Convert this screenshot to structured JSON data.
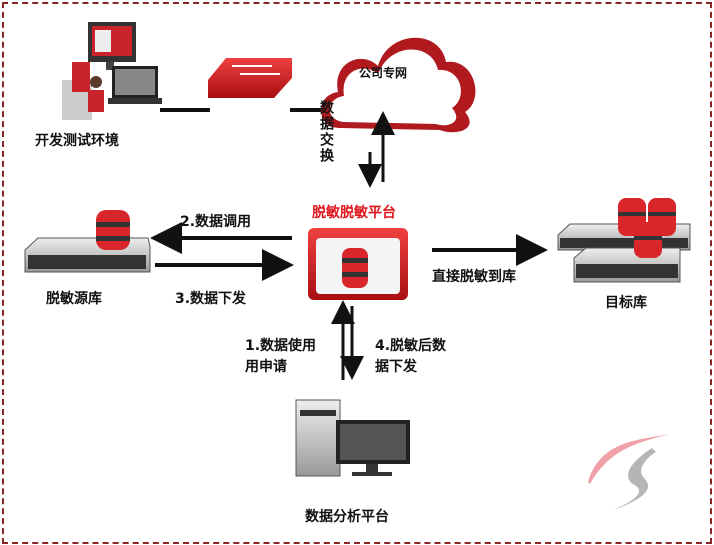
{
  "nodes": {
    "dev_env": "开发测试环境",
    "company_net": "公司专网",
    "platform": "脱敏脱敏平台",
    "source_db": "脱敏源库",
    "target_db": "目标库",
    "analytics": "数据分析平台"
  },
  "edges": {
    "data_exchange": "数据交换",
    "data_call": "2.数据调用",
    "data_deliver": "3.数据下发",
    "direct_mask": "直接脱敏到库",
    "apply_line1": "1.数据使用",
    "apply_line2": "用申请",
    "masked_line1": "4.脱敏后数",
    "masked_line2": "据下发"
  },
  "colors": {
    "accent": "#e0151b",
    "frame": "#8b2525"
  }
}
